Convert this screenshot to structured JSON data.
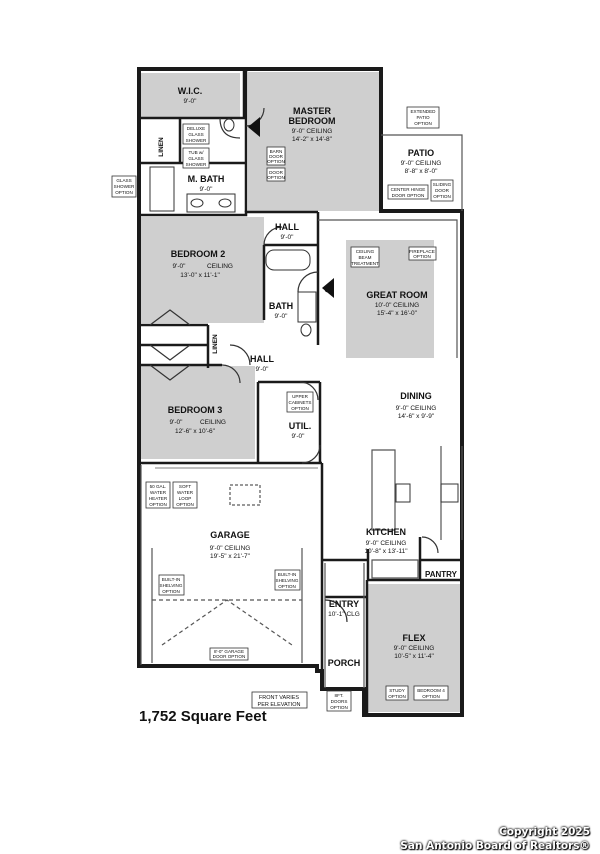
{
  "rooms": {
    "wic": {
      "name": "W.I.C.",
      "ceiling": "9'-0\""
    },
    "master": {
      "name1": "MASTER",
      "name2": "BEDROOM",
      "ceiling": "9'-0\" CEILING",
      "size": "14'-2\" x 14'-8\""
    },
    "mbath": {
      "name": "M. BATH",
      "ceiling": "9'-0\""
    },
    "patio": {
      "name": "PATIO",
      "ceiling": "9'-0\" CEILING",
      "size": "8'-8\" x 8'-0\""
    },
    "hall_top": {
      "name": "HALL",
      "ceiling": "9'-0\""
    },
    "bedroom2": {
      "name": "BEDROOM 2",
      "ceiling1": "9'-0\"",
      "ceiling2": "CEILING",
      "size": "13'-0\" x 11'-1\""
    },
    "bath": {
      "name": "BATH",
      "ceiling": "9'-0\""
    },
    "great": {
      "name": "GREAT ROOM",
      "ceiling": "10'-0\" CEILING",
      "size": "15'-4\" x 16'-0\""
    },
    "hall_mid": {
      "name": "HALL",
      "ceiling": "9'-0\""
    },
    "dining": {
      "name": "DINING",
      "ceiling": "9'-0\" CEILING",
      "size": "14'-6\" x 9'-9\""
    },
    "bedroom3": {
      "name": "BEDROOM 3",
      "ceiling1": "9'-0\"",
      "ceiling2": "CEILING",
      "size": "12'-6\" x 10'-6\""
    },
    "util": {
      "name": "UTIL.",
      "ceiling": "9'-0\""
    },
    "garage": {
      "name": "GARAGE",
      "ceiling": "9'-0\" CEILING",
      "size": "19'-5\" x 21'-7\""
    },
    "kitchen": {
      "name": "KITCHEN",
      "ceiling": "9'-0\" CEILING",
      "size": "10'-8\" x 13'-11\""
    },
    "pantry": {
      "name": "PANTRY"
    },
    "entry": {
      "name": "ENTRY",
      "ceiling": "10'-1\" CLG"
    },
    "porch": {
      "name": "PORCH"
    },
    "flex": {
      "name": "FLEX",
      "ceiling": "9'-0\" CEILING",
      "size": "10'-5\" x 11'-4\""
    }
  },
  "labels": {
    "linen_top": "LINEN",
    "linen_mid": "LINEN"
  },
  "options": {
    "extended_patio": [
      "EXTENDED",
      "PATIO",
      "OPTION"
    ],
    "deluxe_glass": [
      "DELUXE",
      "GLASS",
      "SHOWER"
    ],
    "tub_glass": [
      "TUB w/",
      "GLASS",
      "SHOWER"
    ],
    "glass_shower": [
      "GLASS",
      "SHOWER",
      "OPTION"
    ],
    "barn_door": [
      "BARN",
      "DOOR",
      "OPTION"
    ],
    "door_option": [
      "DOOR",
      "OPTION"
    ],
    "center_hinge": [
      "CENTER HINGE",
      "DOOR OPTION"
    ],
    "sliding_door": [
      "SLIDING",
      "DOOR",
      "OPTION"
    ],
    "ceiling_beam": [
      "CEILING",
      "BEAM",
      "TREATMENT"
    ],
    "fireplace": [
      "FIREPLACE",
      "OPTION"
    ],
    "upper_cabinets": [
      "UPPER",
      "CABINETS",
      "OPTION"
    ],
    "water_heater": [
      "50 GAL.",
      "WATER",
      "HEATER",
      "OPTION"
    ],
    "soft_water": [
      "SOFT",
      "WATER",
      "LOOP",
      "OPTION"
    ],
    "shelving_left": [
      "BUILT-IN",
      "SHELVING",
      "OPTION"
    ],
    "shelving_right": [
      "BUILT-IN",
      "SHELVING",
      "OPTION"
    ],
    "garage_door": [
      "8'-0\" GARAGE",
      "DOOR OPTION"
    ],
    "front_varies": [
      "FRONT VARIES",
      "PER ELEVATION"
    ],
    "eft_doors": [
      "8FT.",
      "DOORS",
      "OPTION"
    ],
    "study": [
      "STUDY",
      "OPTION"
    ],
    "bedroom4": [
      "BEDROOM 4",
      "OPTION"
    ]
  },
  "footer": {
    "square_feet": "1,752 Square Feet",
    "copyright": "Copyright 2025",
    "board": "San Antonio Board of Realtors®"
  },
  "colors": {
    "room_fill": "#cfcfcf",
    "wall": "#1a1a1a"
  }
}
